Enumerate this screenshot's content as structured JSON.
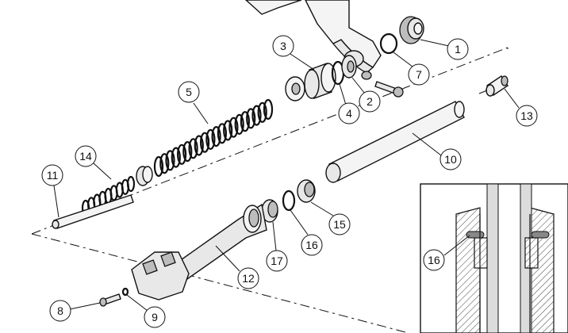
{
  "diagram": {
    "background": "#ffffff",
    "ink": "#111111",
    "callouts": [
      {
        "id": "c1",
        "label": "1"
      },
      {
        "id": "c2",
        "label": "2"
      },
      {
        "id": "c3",
        "label": "3"
      },
      {
        "id": "c4",
        "label": "4"
      },
      {
        "id": "c5",
        "label": "5"
      },
      {
        "id": "c7",
        "label": "7"
      },
      {
        "id": "c8",
        "label": "8"
      },
      {
        "id": "c9",
        "label": "9"
      },
      {
        "id": "c10",
        "label": "10"
      },
      {
        "id": "c11",
        "label": "11"
      },
      {
        "id": "c12",
        "label": "12"
      },
      {
        "id": "c13",
        "label": "13"
      },
      {
        "id": "c14",
        "label": "14"
      },
      {
        "id": "c15",
        "label": "15"
      },
      {
        "id": "c16",
        "label": "16"
      },
      {
        "id": "c17",
        "label": "17"
      }
    ],
    "inset": {
      "callout": {
        "id": "i16",
        "label": "16"
      }
    }
  }
}
